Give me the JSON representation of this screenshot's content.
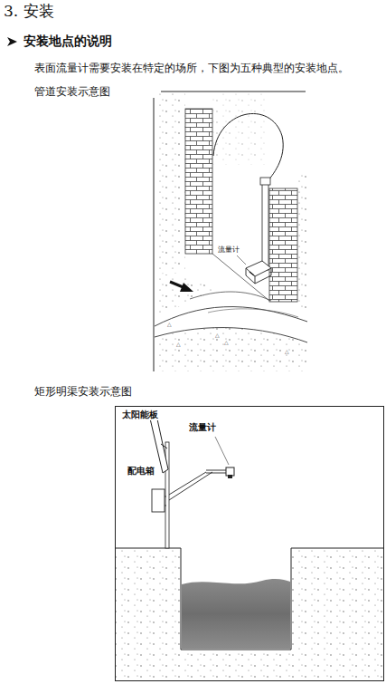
{
  "diagram": {
    "title": "3. 安装",
    "labels": [
      "安装地点的说明",
      "表面流量计需要安装在特定的场所，下图为五种典型的安装地点。",
      "管道安装示意图",
      "流量计",
      "矩形明渠安装示意图",
      "太阳能板",
      "流量计",
      "配电箱"
    ]
  }
}
